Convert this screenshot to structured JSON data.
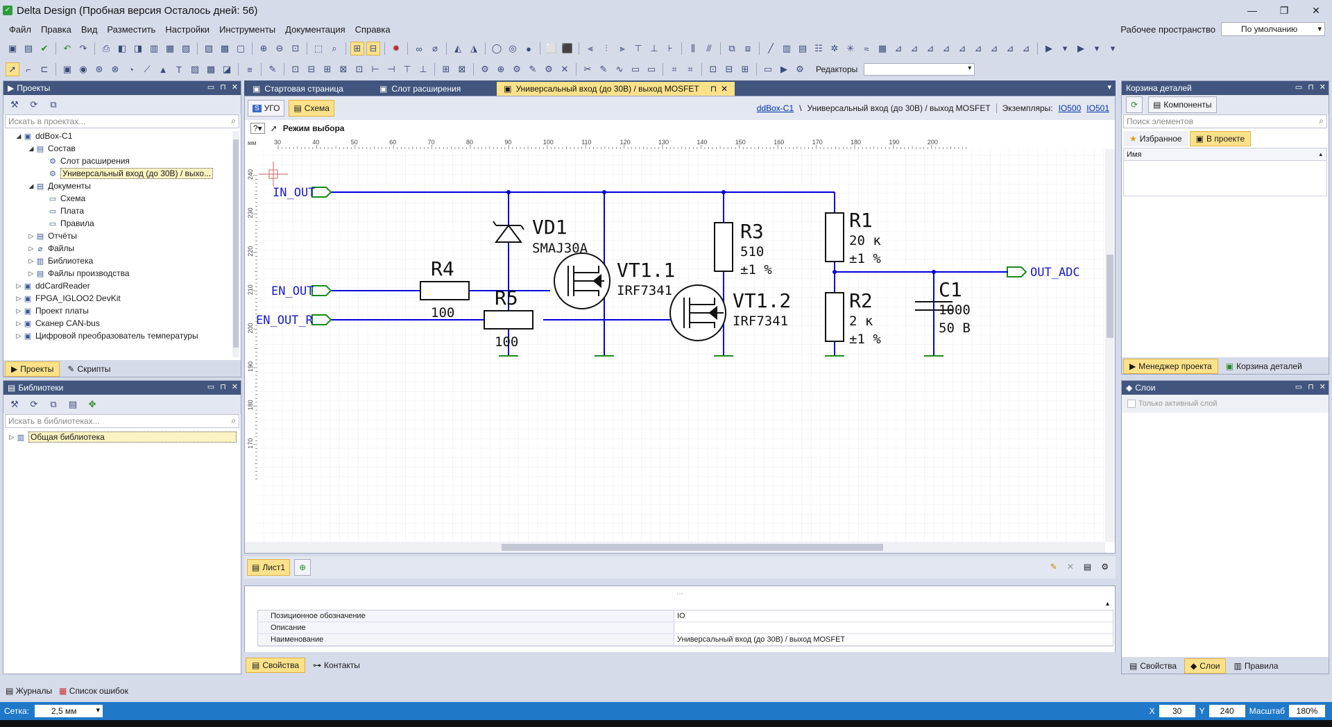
{
  "app": {
    "title": "Delta Design (Пробная версия Осталось дней: 56)"
  },
  "window": {
    "minimize": "—",
    "restore": "❐",
    "close": "✕"
  },
  "menu": {
    "items": [
      "Файл",
      "Правка",
      "Вид",
      "Разместить",
      "Настройки",
      "Инструменты",
      "Документация",
      "Справка"
    ],
    "workspace_label": "Рабочее пространство",
    "workspace_value": "По умолчанию"
  },
  "toolbar2": {
    "editors_label": "Редакторы"
  },
  "projects_panel": {
    "title": "Проекты",
    "search_placeholder": "Искать в проектах...",
    "tree": [
      {
        "level": 2,
        "arrow": "◢",
        "label": "ddBox-C1",
        "icon": "project-icon"
      },
      {
        "level": 3,
        "arrow": "◢",
        "label": "Состав",
        "icon": "folder-icon"
      },
      {
        "level": 4,
        "arrow": "",
        "label": "Слот расширения",
        "icon": "component-icon"
      },
      {
        "level": 4,
        "arrow": "",
        "label": "Универсальный вход (до 30В) / выхо...",
        "icon": "component-icon",
        "selected": true
      },
      {
        "level": 3,
        "arrow": "◢",
        "label": "Документы",
        "icon": "folder-icon"
      },
      {
        "level": 4,
        "arrow": "",
        "label": "Схема",
        "icon": "document-icon"
      },
      {
        "level": 4,
        "arrow": "",
        "label": "Плата",
        "icon": "document-icon"
      },
      {
        "level": 4,
        "arrow": "",
        "label": "Правила",
        "icon": "document-icon"
      },
      {
        "level": 3,
        "arrow": "▷",
        "label": "Отчёты",
        "icon": "folder-icon"
      },
      {
        "level": 3,
        "arrow": "▷",
        "label": "Файлы",
        "icon": "clip-icon"
      },
      {
        "level": 3,
        "arrow": "▷",
        "label": "Библиотека",
        "icon": "library-icon"
      },
      {
        "level": 3,
        "arrow": "▷",
        "label": "Файлы производства",
        "icon": "folder-icon"
      },
      {
        "level": 2,
        "arrow": "▷",
        "label": "ddCardReader",
        "icon": "project-icon"
      },
      {
        "level": 2,
        "arrow": "▷",
        "label": "FPGA_IGLOO2 DevKit",
        "icon": "project-icon"
      },
      {
        "level": 2,
        "arrow": "▷",
        "label": "Проект платы",
        "icon": "project-icon"
      },
      {
        "level": 2,
        "arrow": "▷",
        "label": "Сканер CAN-bus",
        "icon": "project-icon"
      },
      {
        "level": 2,
        "arrow": "▷",
        "label": "Цифровой преобразователь температуры",
        "icon": "project-icon"
      }
    ],
    "tabs": [
      "Проекты",
      "Скрипты"
    ]
  },
  "libraries_panel": {
    "title": "Библиотеки",
    "search_placeholder": "Искать в библиотеках...",
    "tree": [
      {
        "label": "Общая библиотека",
        "selected": true
      }
    ]
  },
  "bottom_left": {
    "journals": "Журналы",
    "errors": "Список ошибок"
  },
  "doc_tabs": [
    {
      "label": "Стартовая страница",
      "active": false
    },
    {
      "label": "Слот расширения",
      "active": false
    },
    {
      "label": "Универсальный вход (до 30В) / выход MOSFET",
      "active": true
    }
  ],
  "schematic_bar": {
    "ugo_label": "УГО",
    "scheme_label": "Схема",
    "crumb_link": "ddBox-C1",
    "crumb_sep": "\\",
    "crumb_current": "Универсальный вход (до 30В) / выход MOSFET",
    "instances_label": "Экземпляры:",
    "instances": [
      "IO500",
      "IO501"
    ],
    "mode_label": "Режим выбора",
    "ruler_unit": "мм"
  },
  "ruler": {
    "x_labels": [
      "30",
      "40",
      "50",
      "60",
      "70",
      "80",
      "90",
      "100",
      "110",
      "120",
      "130",
      "140",
      "150",
      "160",
      "170",
      "180",
      "190",
      "200"
    ],
    "y_labels": [
      "240",
      "230",
      "220",
      "210",
      "200",
      "190",
      "180",
      "170"
    ]
  },
  "schematic": {
    "ports": [
      "IN_OUT",
      "EN_OUT",
      "EN_OUT_R",
      "OUT_ADC"
    ],
    "vd1": {
      "ref": "VD1",
      "value": "SMAJ30A"
    },
    "r3": {
      "ref": "R3",
      "value": "510",
      "tol": "±1 %"
    },
    "r1": {
      "ref": "R1",
      "value": "20 к",
      "tol": "±1 %"
    },
    "r4": {
      "ref": "R4",
      "value": "100"
    },
    "r5": {
      "ref": "R5",
      "value": "100"
    },
    "vt11": {
      "ref": "VT1.1",
      "value": "IRF7341"
    },
    "vt12": {
      "ref": "VT1.2",
      "value": "IRF7341"
    },
    "r2": {
      "ref": "R2",
      "value": "2 к",
      "tol": "±1 %"
    },
    "c1": {
      "ref": "C1",
      "value": "1000",
      "volt": "50 В"
    }
  },
  "sheet_tab": "Лист1",
  "properties": {
    "rows": [
      {
        "k": "Позиционное обозначение",
        "v": "IO"
      },
      {
        "k": "Описание",
        "v": ""
      },
      {
        "k": "Наименование",
        "v": "Универсальный вход (до 30В) / выход MOSFET"
      }
    ],
    "tabs": [
      "Свойства",
      "Контакты"
    ]
  },
  "parts_panel": {
    "title": "Корзина деталей",
    "components_btn": "Компоненты",
    "search_placeholder": "Поиск элементов",
    "tabs": [
      "Избранное",
      "В проекте"
    ],
    "col_name": "Имя",
    "bottom_tabs": [
      "Менеджер проекта",
      "Корзина деталей"
    ]
  },
  "layers_panel": {
    "title": "Слои",
    "only_active": "Только активный слой",
    "bottom_tabs": [
      "Свойства",
      "Слои",
      "Правила"
    ]
  },
  "status": {
    "grid_label": "Сетка:",
    "grid_value": "2,5 мм",
    "x_label": "X",
    "x_value": "30",
    "y_label": "Y",
    "y_value": "240",
    "scale_label": "Масштаб",
    "scale_value": "180%"
  },
  "colors": {
    "wire": "#0000dd",
    "ground": "#1a8a1a",
    "label": "#1a1acc",
    "accent": "#fbe28a",
    "panel_head": "#41557e",
    "status": "#1f78c8"
  }
}
